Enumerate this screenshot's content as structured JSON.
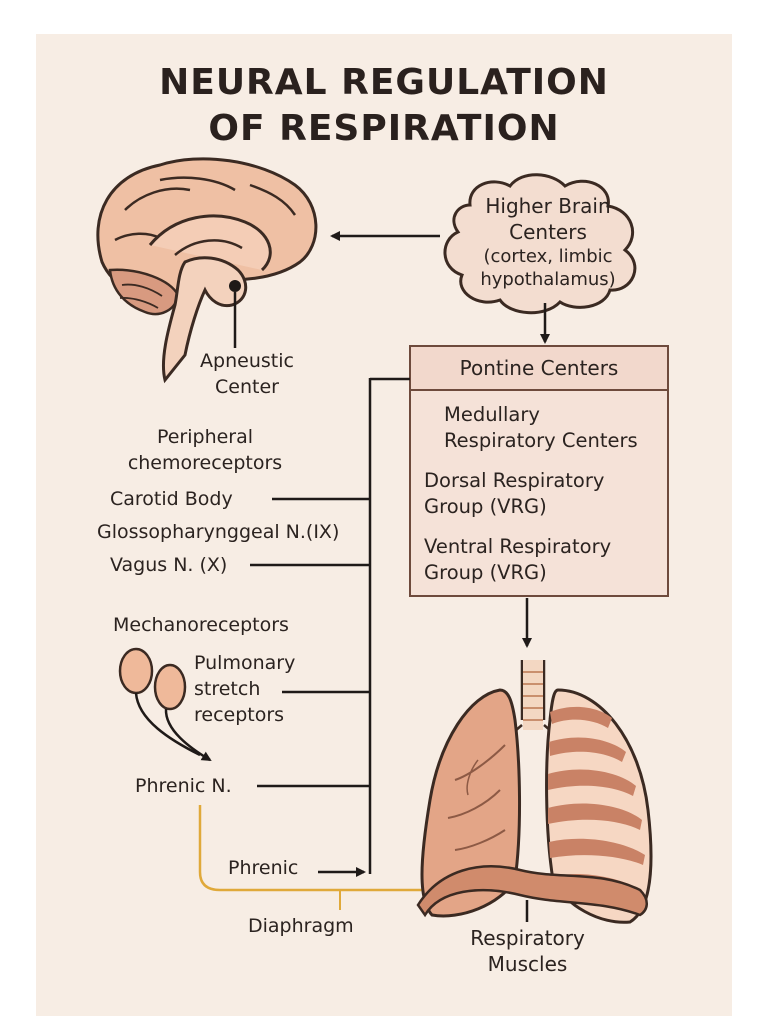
{
  "title": "NEURAL REGULATION\nOF RESPIRATION",
  "higher_brain": {
    "line1": "Higher Brain",
    "line2": "Centers",
    "line3": "(cortex, limbic",
    "line4": "hypothalamus)"
  },
  "apneustic": {
    "line1": "Apneustic",
    "line2": "Center"
  },
  "pontine": "Pontine Centers",
  "medullary": {
    "line1": "Medullary",
    "line2": "Respiratory Centers"
  },
  "dorsal": {
    "line1": "Dorsal Respiratory",
    "line2": "Group (VRG)"
  },
  "ventral": {
    "line1": "Ventral Respiratory",
    "line2": "Group (VRG)"
  },
  "peripheral": {
    "line1": "Peripheral",
    "line2": "chemoreceptors"
  },
  "carotid": "Carotid Body",
  "glosso": "Glossopharynggeal N.(IX)",
  "vagus": "Vagus N. (X)",
  "mechano": "Mechanoreceptors",
  "pulmonary": {
    "line1": "Pulmonary",
    "line2": "stretch",
    "line3": "receptors"
  },
  "phrenic_n": "Phrenic N.",
  "phrenic": "Phrenic",
  "diaphragm": "Diaphragm",
  "resp_muscles": {
    "line1": "Respiratory",
    "line2": "Muscles"
  },
  "colors": {
    "background": "#f7ede4",
    "tissue": "#e9b08e",
    "tissue_dark": "#c9826a",
    "box_fill": "#f5e2d8",
    "box_head": "#f2d8cc",
    "line": "#1f1a18",
    "nerve_yellow": "#e0a93a"
  }
}
